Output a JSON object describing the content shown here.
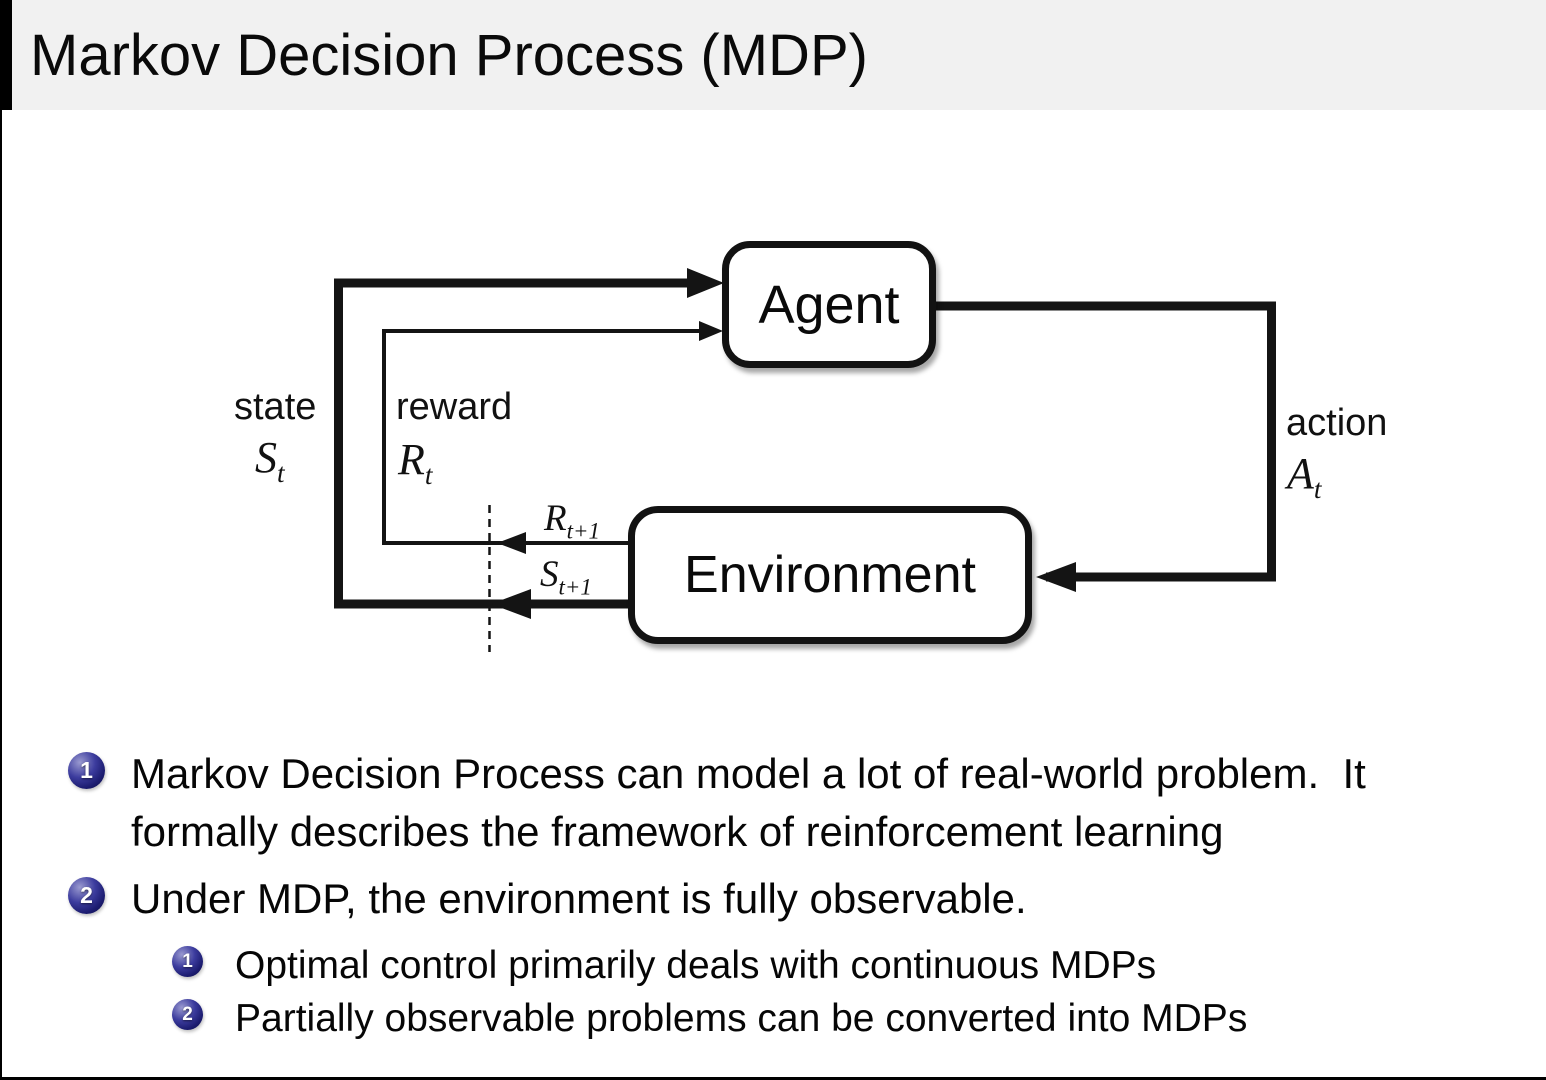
{
  "colors": {
    "titlebar-bg": "#f1f1f1",
    "slide-bg": "#ffffff",
    "line": "#141414",
    "ball-light": "#9a9ad0",
    "ball-mid": "#3c3c9e",
    "ball-dark": "#0d0d3d"
  },
  "title": "Markov Decision Process (MDP)",
  "diagram": {
    "agent": "Agent",
    "environment": "Environment",
    "state": {
      "label": "state",
      "base": "S",
      "sub": "t"
    },
    "reward": {
      "label": "reward",
      "base": "R",
      "sub": "t"
    },
    "action": {
      "label": "action",
      "base": "A",
      "sub": "t"
    },
    "next_reward": {
      "base": "R",
      "sub": "t+1"
    },
    "next_state": {
      "base": "S",
      "sub": "t+1"
    }
  },
  "bullets": {
    "item1": {
      "number": "1",
      "line1": "Markov Decision Process can model a lot of real-world problem.  It",
      "line2": "formally describes the framework of reinforcement learning"
    },
    "item2": {
      "number": "2",
      "line1": "Under MDP, the environment is fully observable.",
      "sub1": {
        "number": "1",
        "text": "Optimal control primarily deals with continuous MDPs"
      },
      "sub2": {
        "number": "2",
        "text": "Partially observable problems can be converted into MDPs"
      }
    }
  }
}
